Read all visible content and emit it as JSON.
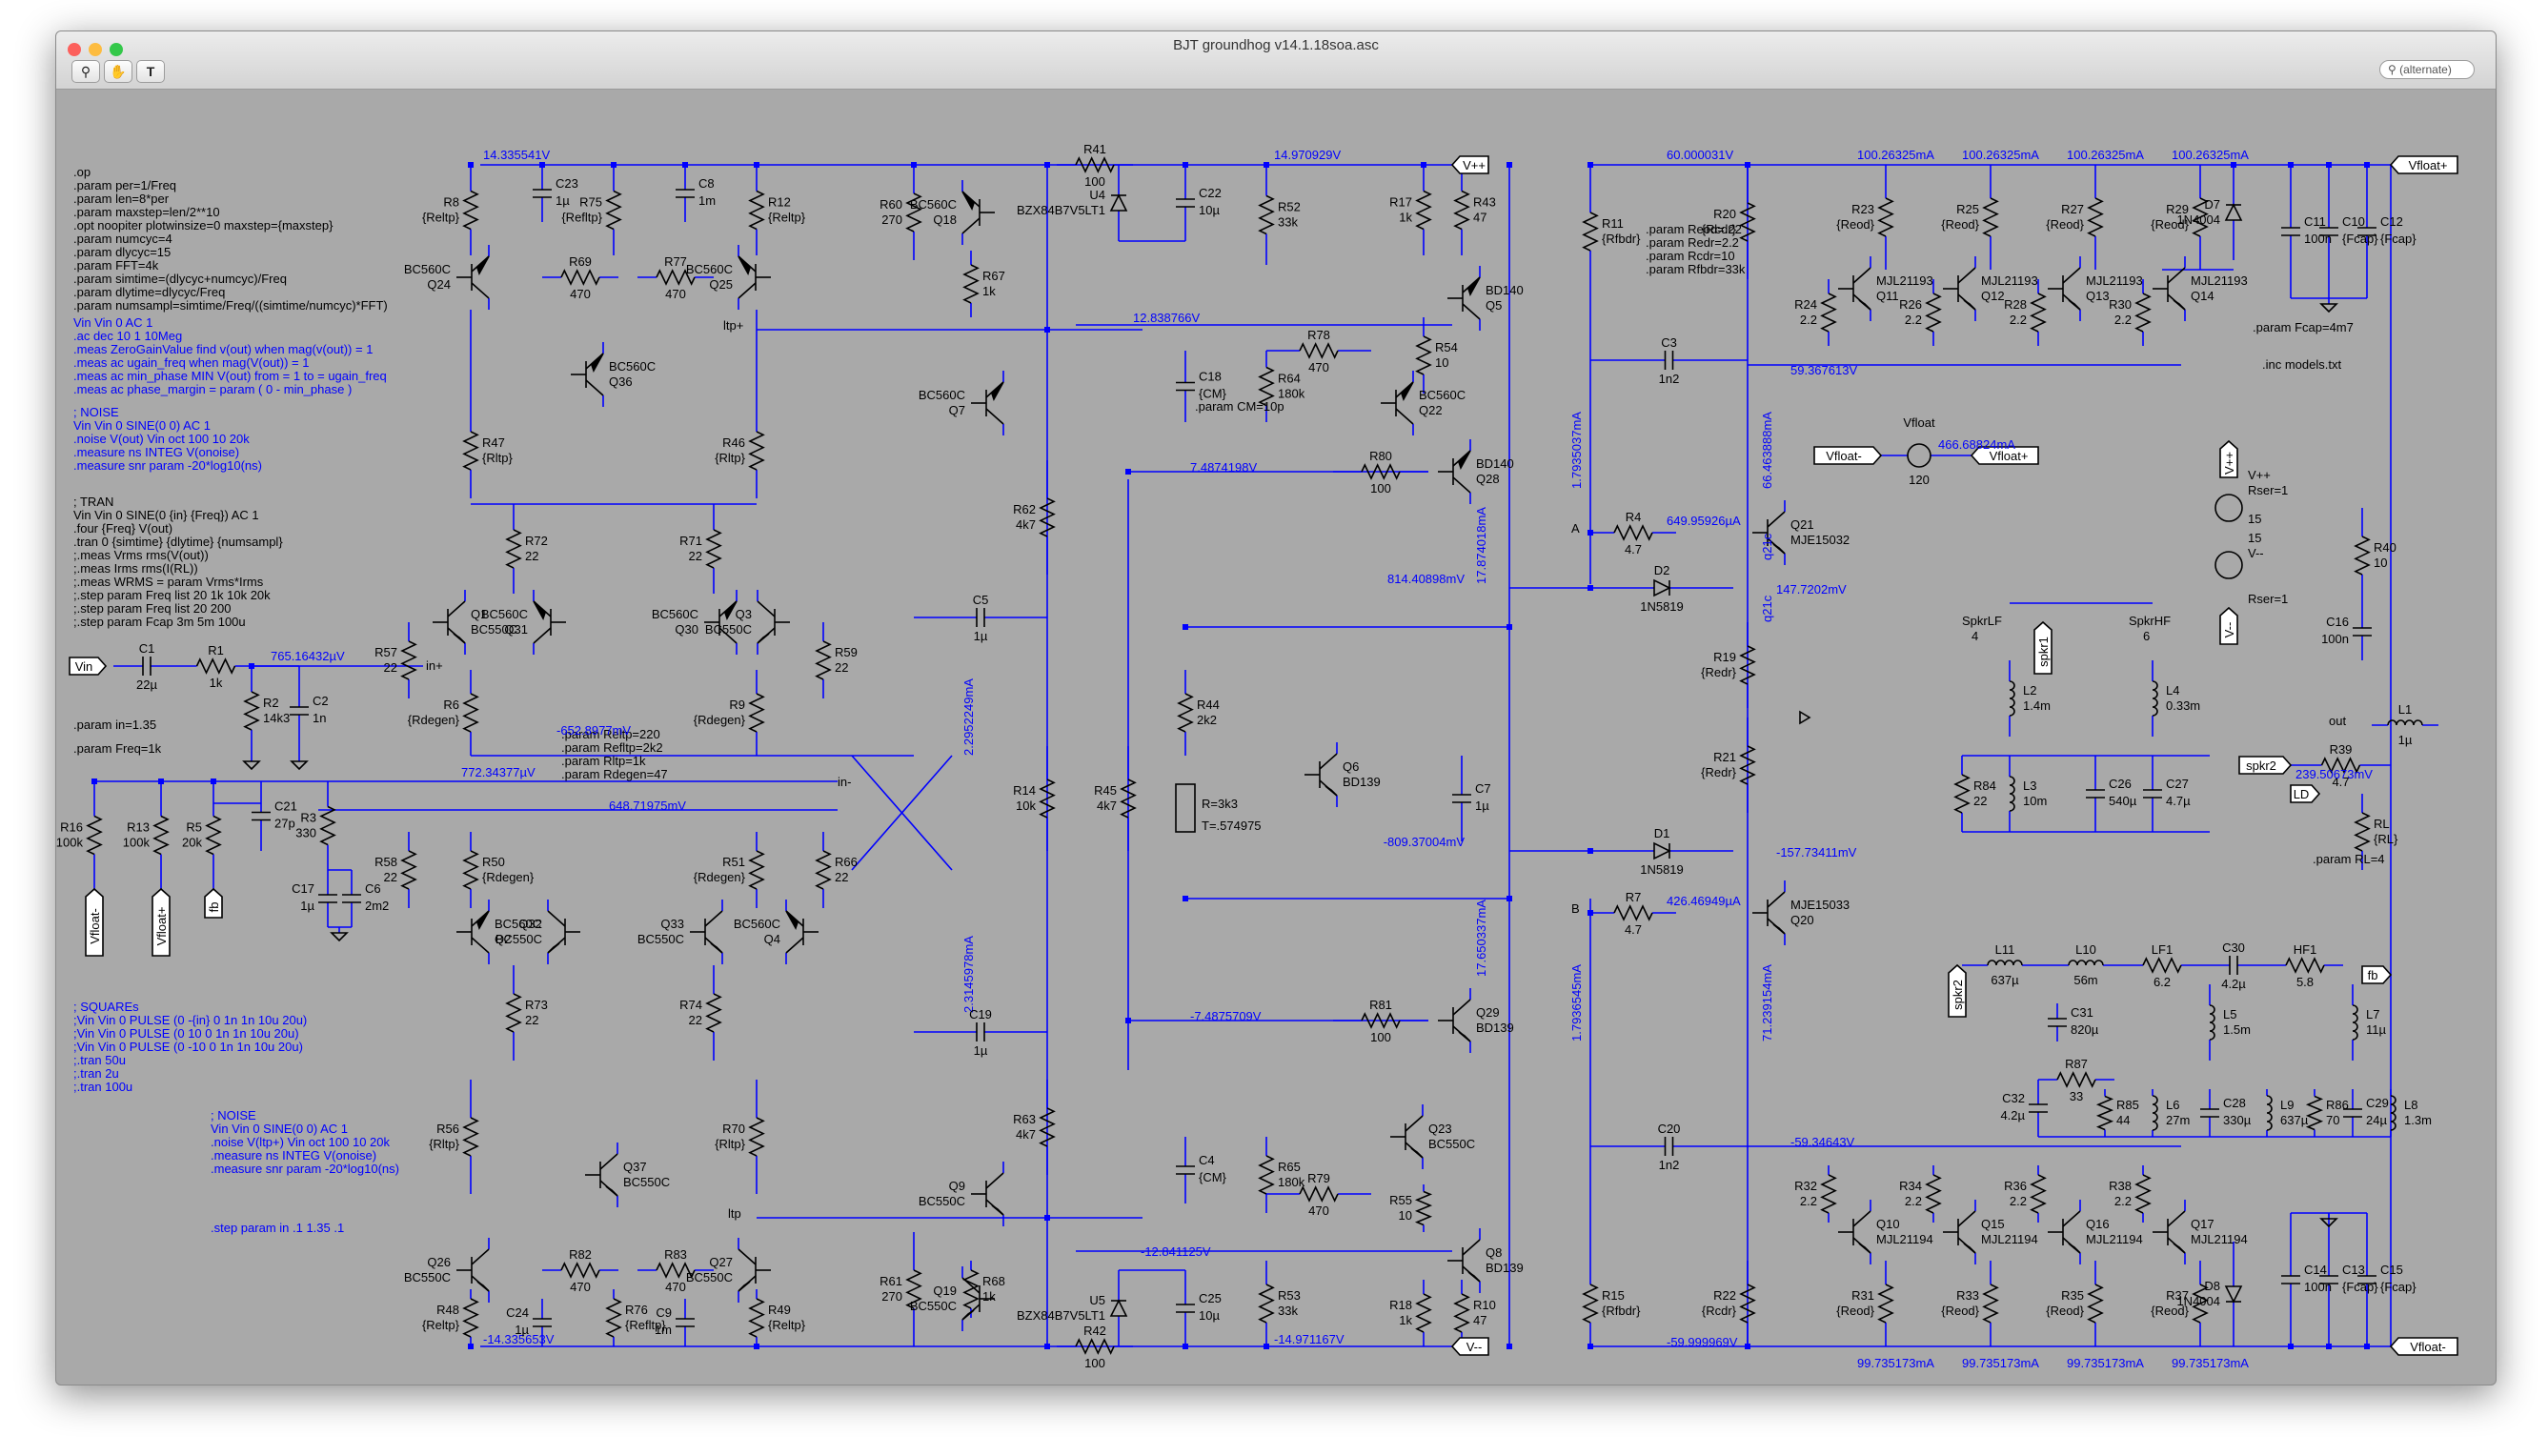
{
  "window": {
    "title": "BJT groundhog v14.1.18soa.asc",
    "toolbar": [
      "zoom-tool",
      "pan-tool",
      "text-tool"
    ],
    "search_placeholder": "(alternate)"
  },
  "colors": {
    "canvas": "#a9a9a9",
    "wire": "#0000ff",
    "component": "#000000",
    "label_blue": "#0000ff"
  },
  "directives": {
    "op_block": [
      ".op",
      ".param per=1/Freq",
      ".param len=8*per",
      ".param maxstep=len/2**10",
      ".opt noopiter plotwinsize=0 maxstep={maxstep}",
      ".param numcyc=4",
      ".param dlycyc=15",
      ".param FFT=4k",
      ".param simtime=(dlycyc+numcyc)/Freq",
      ".param dlytime=dlycyc/Freq",
      ".param numsampl=simtime/Freq/((simtime/numcyc)*FFT)"
    ],
    "ac_block": [
      "Vin Vin 0 AC 1",
      ".ac dec 10 1 10Meg",
      ".meas ZeroGainValue find v(out) when mag(v(out)) = 1",
      ".meas ac ugain_freq when mag(V(out)) = 1",
      ".meas ac min_phase MIN V(out) from = 1 to = ugain_freq",
      ".meas ac phase_margin = param ( 0 - min_phase )"
    ],
    "noise_block": [
      "; NOISE",
      "Vin Vin 0 SINE(0 0) AC 1",
      ".noise V(out) Vin oct 100 10 20k",
      ".measure ns INTEG V(onoise)",
      ".measure snr param -20*log10(ns)"
    ],
    "tran_block": [
      "; TRAN",
      "Vin Vin 0 SINE(0 {in} {Freq}) AC 1",
      ".four {Freq} V(out)",
      ".tran 0 {simtime} {dlytime} {numsampl}",
      ";.meas Vrms rms(V(out))",
      ";.meas Irms rms(I(RL))",
      ";.meas WRMS = param Vrms*Irms",
      ";.step param Freq list 20 1k 10k 20k",
      ";.step param Freq list 20 200",
      ";.step param Fcap 3m 5m 100u"
    ],
    "in_param": ".param in=1.35",
    "freq_param": ".param Freq=1k",
    "squares_block": [
      "; SQUAREs",
      ";Vin Vin 0 PULSE (0 -{in} 0 1n 1n 10u 20u)",
      ";Vin Vin 0 PULSE (0 10 0 1n 1n 10u 20u)",
      ";Vin Vin 0 PULSE (0 -10 0 1n 1n 10u 20u)",
      ";.tran 50u",
      ";.tran 2u",
      ";.tran 100u"
    ],
    "noise2_block": [
      "; NOISE",
      "Vin Vin 0 SINE(0 0) AC 1",
      ".noise V(ltp+) Vin oct 100 10 20k",
      ".measure ns INTEG V(onoise)",
      ".measure snr param -20*log10(ns)"
    ],
    "step_param": ".step param in .1 1.35 .1",
    "reltp_block": [
      ".param Reltp=220",
      ".param Refltp=2k2",
      ".param Rltp=1k",
      ".param Rdegen=47"
    ],
    "cm_param": ".param CM=10p",
    "reod_block": [
      ".param Reod=.22",
      ".param Redr=2.2",
      ".param Rcdr=10",
      ".param Rfbdr=33k"
    ],
    "fcap_param": ".param Fcap=4m7",
    "inc_models": ".inc models.txt",
    "rl_param": ".param RL=4"
  },
  "voltages": {
    "v_top_left": "14.335541V",
    "v_bot_left": "-14.335653V",
    "v_top_mid": "14.970929V",
    "v_bot_mid": "-14.971167V",
    "v_q18": "12.838766V",
    "v_q19": "-12.841125V",
    "v_r80": "7.4874198V",
    "v_r81": "-7.4875709V",
    "v_c1": "765.16432µV",
    "v_r6": "-652.8977mV",
    "v_r5": "772.34377µV",
    "v_in_minus": "648.71975mV",
    "v_814": "814.40898mV",
    "v_809": "-809.37004mV",
    "v_60": "60.000031V",
    "v_m60": "-59.999969V",
    "v_59p": "59.367613V",
    "v_59m": "-59.34643V",
    "v_147": "147.7202mV",
    "v_157": "-157.73411mV",
    "v_239": "239.50673mV"
  },
  "currents": {
    "i_top": [
      "100.26325mA",
      "100.26325mA",
      "100.26325mA",
      "100.26325mA"
    ],
    "i_bot": [
      "99.735173mA",
      "99.735173mA",
      "99.735173mA",
      "99.735173mA"
    ],
    "i_q21": "649.95926µA",
    "i_q20": "426.46949µA",
    "i_vfloat": "466.68824mA",
    "i_r11": "1.7935037mA",
    "i_r15": "1.7936545mA",
    "i_q21c": "66.463888mA",
    "i_q20c": "71.239154mA",
    "i_q28": "17.874018mA",
    "i_q29": "17.650337mA",
    "i_q7": "2.2952249mA",
    "i_q9": "2.3145978mA"
  },
  "net_labels": {
    "vpp": "V++",
    "vmm": "V--",
    "vfloat_p": "Vfloat+",
    "vfloat_m": "Vfloat-",
    "vin": "Vin",
    "fb": "fb",
    "out": "out",
    "ltp_p": "ltp+",
    "ltp": "ltp",
    "in_p": "in+",
    "in_m": "in-",
    "A": "A",
    "B": "B",
    "spkr2": "spkr2",
    "spkr1": "spkr1",
    "LD": "LD"
  },
  "parts": {
    "C1": [
      "C1",
      "22µ"
    ],
    "R1": [
      "R1",
      "1k"
    ],
    "R2": [
      "R2",
      "14k3"
    ],
    "C2": [
      "C2",
      "1n"
    ],
    "R16": [
      "R16",
      "100k"
    ],
    "R13": [
      "R13",
      "100k"
    ],
    "R5": [
      "R5",
      "20k"
    ],
    "C21": [
      "C21",
      "27p"
    ],
    "R3": [
      "R3",
      "330"
    ],
    "C17": [
      "C17",
      "1µ"
    ],
    "C6": [
      "C6",
      "2m2"
    ],
    "R8": [
      "R8",
      "{Reltp}"
    ],
    "C23": [
      "C23",
      "1µ"
    ],
    "R75": [
      "R75",
      "{Refltp}"
    ],
    "C8": [
      "C8",
      "1m"
    ],
    "R12": [
      "R12",
      "{Reltp}"
    ],
    "R69": [
      "R69",
      "470"
    ],
    "R77": [
      "R77",
      "470"
    ],
    "Q24": [
      "BC560C",
      "Q24"
    ],
    "Q25": [
      "BC560C",
      "Q25"
    ],
    "Q36": [
      "BC560C",
      "Q36"
    ],
    "R47": [
      "R47",
      "{Rltp}"
    ],
    "R46": [
      "R46",
      "{Rltp}"
    ],
    "R72": [
      "R72",
      "22"
    ],
    "R71": [
      "R71",
      "22"
    ],
    "Q1": [
      "Q1",
      "BC550C"
    ],
    "Q31": [
      "BC560C",
      "Q31"
    ],
    "Q30": [
      "BC560C",
      "Q30"
    ],
    "Q3": [
      "Q3",
      "BC550C"
    ],
    "R57": [
      "R57",
      "22"
    ],
    "R6": [
      "R6",
      "{Rdegen}"
    ],
    "R9": [
      "R9",
      "{Rdegen}"
    ],
    "R59": [
      "R59",
      "22"
    ],
    "R58": [
      "R58",
      "22"
    ],
    "R50": [
      "R50",
      "{Rdegen}"
    ],
    "R51": [
      "R51",
      "{Rdegen}"
    ],
    "R66": [
      "R66",
      "22"
    ],
    "Q2": [
      "BC560C",
      "Q2"
    ],
    "Q32": [
      "Q32",
      "BC550C"
    ],
    "Q33": [
      "Q33",
      "BC550C"
    ],
    "Q4": [
      "BC560C",
      "Q4"
    ],
    "R73": [
      "R73",
      "22"
    ],
    "R74": [
      "R74",
      "22"
    ],
    "R56": [
      "R56",
      "{Rltp}"
    ],
    "R70": [
      "R70",
      "{Rltp}"
    ],
    "Q37": [
      "Q37",
      "BC550C"
    ],
    "Q26": [
      "Q26",
      "BC550C"
    ],
    "Q27": [
      "Q27",
      "BC550C"
    ],
    "R82": [
      "R82",
      "470"
    ],
    "R83": [
      "R83",
      "470"
    ],
    "R48": [
      "R48",
      "{Reltp}"
    ],
    "C24": [
      "C24",
      "1µ"
    ],
    "R76": [
      "R76",
      "{Refltp}"
    ],
    "C9": [
      "C9",
      "1m"
    ],
    "R49": [
      "R49",
      "{Reltp}"
    ],
    "R41": [
      "R41",
      "100"
    ],
    "R60": [
      "R60",
      "270"
    ],
    "Q18": [
      "BC560C",
      "Q18"
    ],
    "R67": [
      "R67",
      "1k"
    ],
    "U4": [
      "U4",
      "BZX84B7V5LT1"
    ],
    "C22": [
      "C22",
      "10µ"
    ],
    "Q7": [
      "BC560C",
      "Q7"
    ],
    "R62": [
      "R62",
      "4k7"
    ],
    "C5": [
      "C5",
      "1µ"
    ],
    "R14": [
      "R14",
      "10k"
    ],
    "R45": [
      "R45",
      "4k7"
    ],
    "C19": [
      "C19",
      "1µ"
    ],
    "R63": [
      "R63",
      "4k7"
    ],
    "Q9": [
      "Q9",
      "BC550C"
    ],
    "R68": [
      "R68",
      "1k"
    ],
    "R61": [
      "R61",
      "270"
    ],
    "Q19": [
      "Q19",
      "BC550C"
    ],
    "R42": [
      "R42",
      "100"
    ],
    "U5": [
      "U5",
      "BZX84B7V5LT1"
    ],
    "C25": [
      "C25",
      "10µ"
    ],
    "R52": [
      "R52",
      "33k"
    ],
    "R17": [
      "R17",
      "1k"
    ],
    "R43": [
      "R43",
      "47"
    ],
    "Q5": [
      "BD140",
      "Q5"
    ],
    "R54": [
      "R54",
      "10"
    ],
    "C18": [
      "C18",
      "{CM}"
    ],
    "R64": [
      "R64",
      "180k"
    ],
    "R78": [
      "R78",
      "470"
    ],
    "Q22": [
      "BC560C",
      "Q22"
    ],
    "R80": [
      "R80",
      "100"
    ],
    "Q28": [
      "BD140",
      "Q28"
    ],
    "R44": [
      "R44",
      "2k2"
    ],
    "Q6": [
      "Q6",
      "BD139"
    ],
    "Rpot": [
      "R=3k3",
      "T=.574975"
    ],
    "C7": [
      "C7",
      "1µ"
    ],
    "R81": [
      "R81",
      "100"
    ],
    "Q29": [
      "Q29",
      "BD139"
    ],
    "C4": [
      "C4",
      "{CM}"
    ],
    "R65": [
      "R65",
      "180k"
    ],
    "Q23": [
      "Q23",
      "BC550C"
    ],
    "R79": [
      "R79",
      "470"
    ],
    "R55": [
      "R55",
      "10"
    ],
    "Q8": [
      "Q8",
      "BD139"
    ],
    "R53": [
      "R53",
      "33k"
    ],
    "R18": [
      "R18",
      "1k"
    ],
    "R10": [
      "R10",
      "47"
    ],
    "R11": [
      "R11",
      "{Rfbdr}"
    ],
    "R20": [
      "R20",
      "{Rcdr}"
    ],
    "C3": [
      "C3",
      "1n2"
    ],
    "R4": [
      "R4",
      "4.7"
    ],
    "Q21": [
      "Q21",
      "MJE15032"
    ],
    "D2": [
      "D2",
      "1N5819"
    ],
    "R19": [
      "R19",
      "{Redr}"
    ],
    "R21": [
      "R21",
      "{Redr}"
    ],
    "D1": [
      "D1",
      "1N5819"
    ],
    "R7": [
      "R7",
      "4.7"
    ],
    "Q20": [
      "MJE15033",
      "Q20"
    ],
    "C20": [
      "C20",
      "1n2"
    ],
    "R15": [
      "R15",
      "{Rfbdr}"
    ],
    "R22": [
      "R22",
      "{Rcdr}"
    ],
    "R23": [
      "R23",
      "{Reod}"
    ],
    "R25": [
      "R25",
      "{Reod}"
    ],
    "R27": [
      "R27",
      "{Reod}"
    ],
    "R29": [
      "R29",
      "{Reod}"
    ],
    "D7": [
      "D7",
      "1N4004"
    ],
    "R24": [
      "R24",
      "2.2"
    ],
    "R26": [
      "R26",
      "2.2"
    ],
    "R28": [
      "R28",
      "2.2"
    ],
    "R30": [
      "R30",
      "2.2"
    ],
    "Q11": [
      "MJL21193",
      "Q11"
    ],
    "Q12": [
      "MJL21193",
      "Q12"
    ],
    "Q13": [
      "MJL21193",
      "Q13"
    ],
    "Q14": [
      "MJL21193",
      "Q14"
    ],
    "C11": [
      "C11",
      "100n"
    ],
    "C10": [
      "C10",
      "{Fcap}"
    ],
    "C12": [
      "C12",
      "{Fcap}"
    ],
    "R32": [
      "R32",
      "2.2"
    ],
    "R34": [
      "R34",
      "2.2"
    ],
    "R36": [
      "R36",
      "2.2"
    ],
    "R38": [
      "R38",
      "2.2"
    ],
    "Q10": [
      "Q10",
      "MJL21194"
    ],
    "Q15": [
      "Q15",
      "MJL21194"
    ],
    "Q16": [
      "Q16",
      "MJL21194"
    ],
    "Q17": [
      "Q17",
      "MJL21194"
    ],
    "R31": [
      "R31",
      "{Reod}"
    ],
    "R33": [
      "R33",
      "{Reod}"
    ],
    "R35": [
      "R35",
      "{Reod}"
    ],
    "R37": [
      "R37",
      "{Reod}"
    ],
    "D8": [
      "D8",
      "1N4004"
    ],
    "C14": [
      "C14",
      "100n"
    ],
    "C13": [
      "C13",
      "{Fcap}"
    ],
    "C15": [
      "C15",
      "{Fcap}"
    ],
    "Vfloat": [
      "Vfloat",
      "120"
    ],
    "Vsrc1": [
      "15",
      "V++",
      "Rser=1"
    ],
    "Vsrc2": [
      "15",
      "V--",
      "Rser=1"
    ],
    "R40": [
      "R40",
      "10"
    ],
    "C16": [
      "C16",
      "100n"
    ],
    "L1": [
      "L1",
      "1µ"
    ],
    "R39": [
      "R39",
      "4.7"
    ],
    "RL": [
      "RL",
      "{RL}"
    ],
    "SpkrLF": [
      "SpkrLF",
      "4"
    ],
    "SpkrHF": [
      "SpkrHF",
      "6"
    ],
    "L2": [
      "L2",
      "1.4m"
    ],
    "L4": [
      "L4",
      "0.33m"
    ],
    "R84": [
      "R84",
      "22"
    ],
    "L3": [
      "L3",
      "10m"
    ],
    "C26": [
      "C26",
      "540µ"
    ],
    "C27": [
      "C27",
      "4.7µ"
    ],
    "L11": [
      "L11",
      "637µ"
    ],
    "L10": [
      "L10",
      "56m"
    ],
    "LF1": [
      "LF1",
      "6.2"
    ],
    "C30": [
      "C30",
      "4.2µ"
    ],
    "HF1": [
      "HF1",
      "5.8"
    ],
    "C31": [
      "C31",
      "820µ"
    ],
    "L5": [
      "L5",
      "1.5m"
    ],
    "L7": [
      "L7",
      "11µ"
    ],
    "R87": [
      "R87",
      "33"
    ],
    "C32": [
      "C32",
      "4.2µ"
    ],
    "R85": [
      "R85",
      "44"
    ],
    "L6": [
      "L6",
      "27m"
    ],
    "C28": [
      "C28",
      "330µ"
    ],
    "L9": [
      "L9",
      "637µ"
    ],
    "R86": [
      "R86",
      "70"
    ],
    "C29": [
      "C29",
      "24µ"
    ],
    "L8": [
      "L8",
      "1.3m"
    ]
  }
}
